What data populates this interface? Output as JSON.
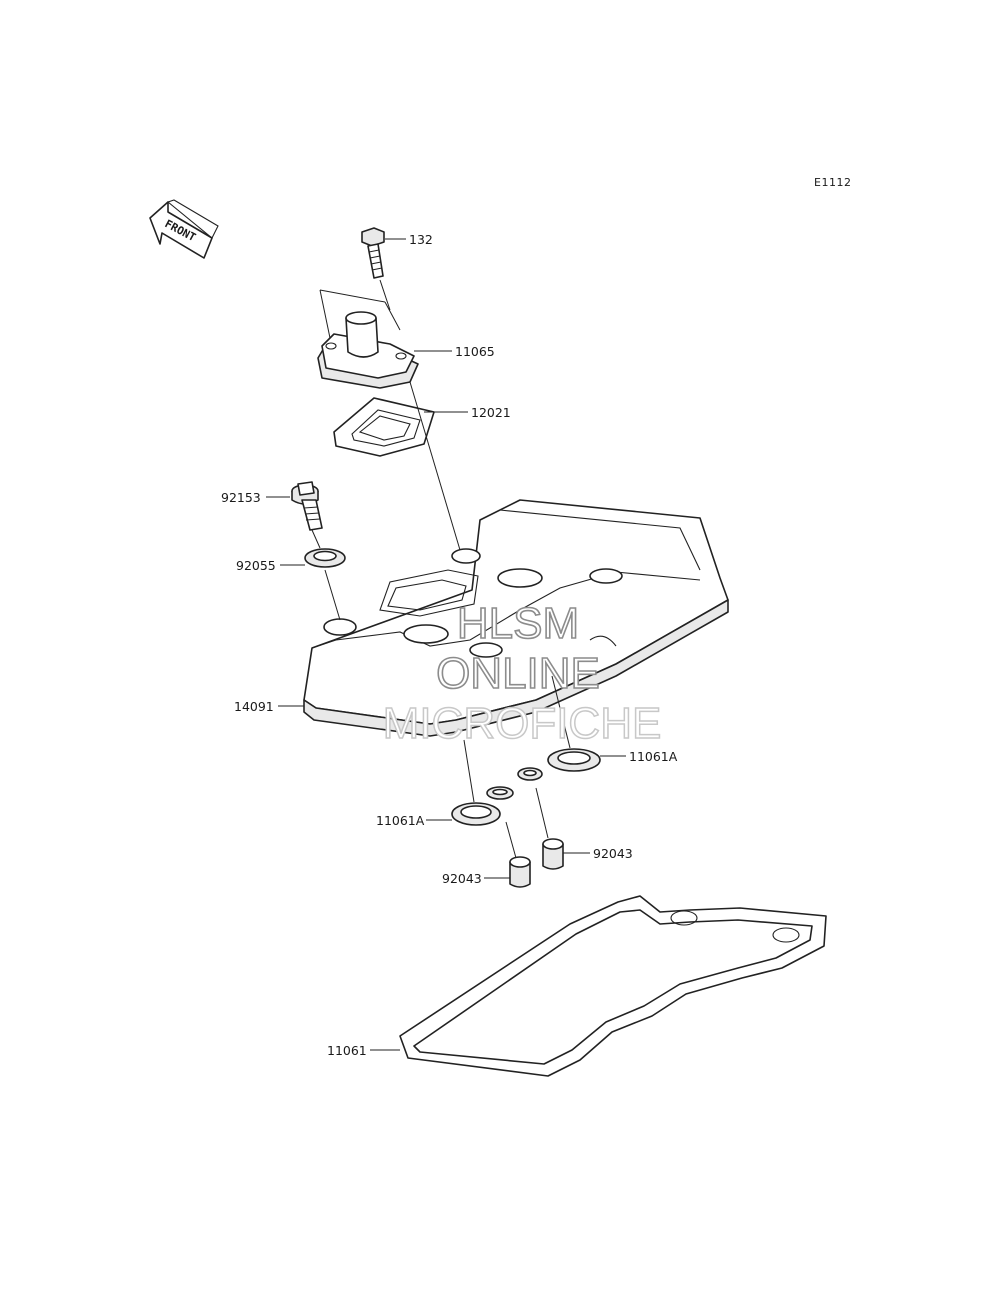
{
  "drawing_code": "E1112",
  "front_indicator": "FRONT",
  "watermark": [
    "HLSM",
    "ONLINE",
    "MICROFICHE"
  ],
  "parts": [
    {
      "label": "132"
    },
    {
      "label": "11065"
    },
    {
      "label": "12021"
    },
    {
      "label": "92153"
    },
    {
      "label": "92055"
    },
    {
      "label": "14091"
    },
    {
      "label": "11061A"
    },
    {
      "label": "11061A"
    },
    {
      "label": "92043"
    },
    {
      "label": "92043"
    },
    {
      "label": "11061"
    }
  ],
  "colors": {
    "line": "#222222",
    "watermark_stroke": "#8c8c8c",
    "background": "#ffffff"
  }
}
